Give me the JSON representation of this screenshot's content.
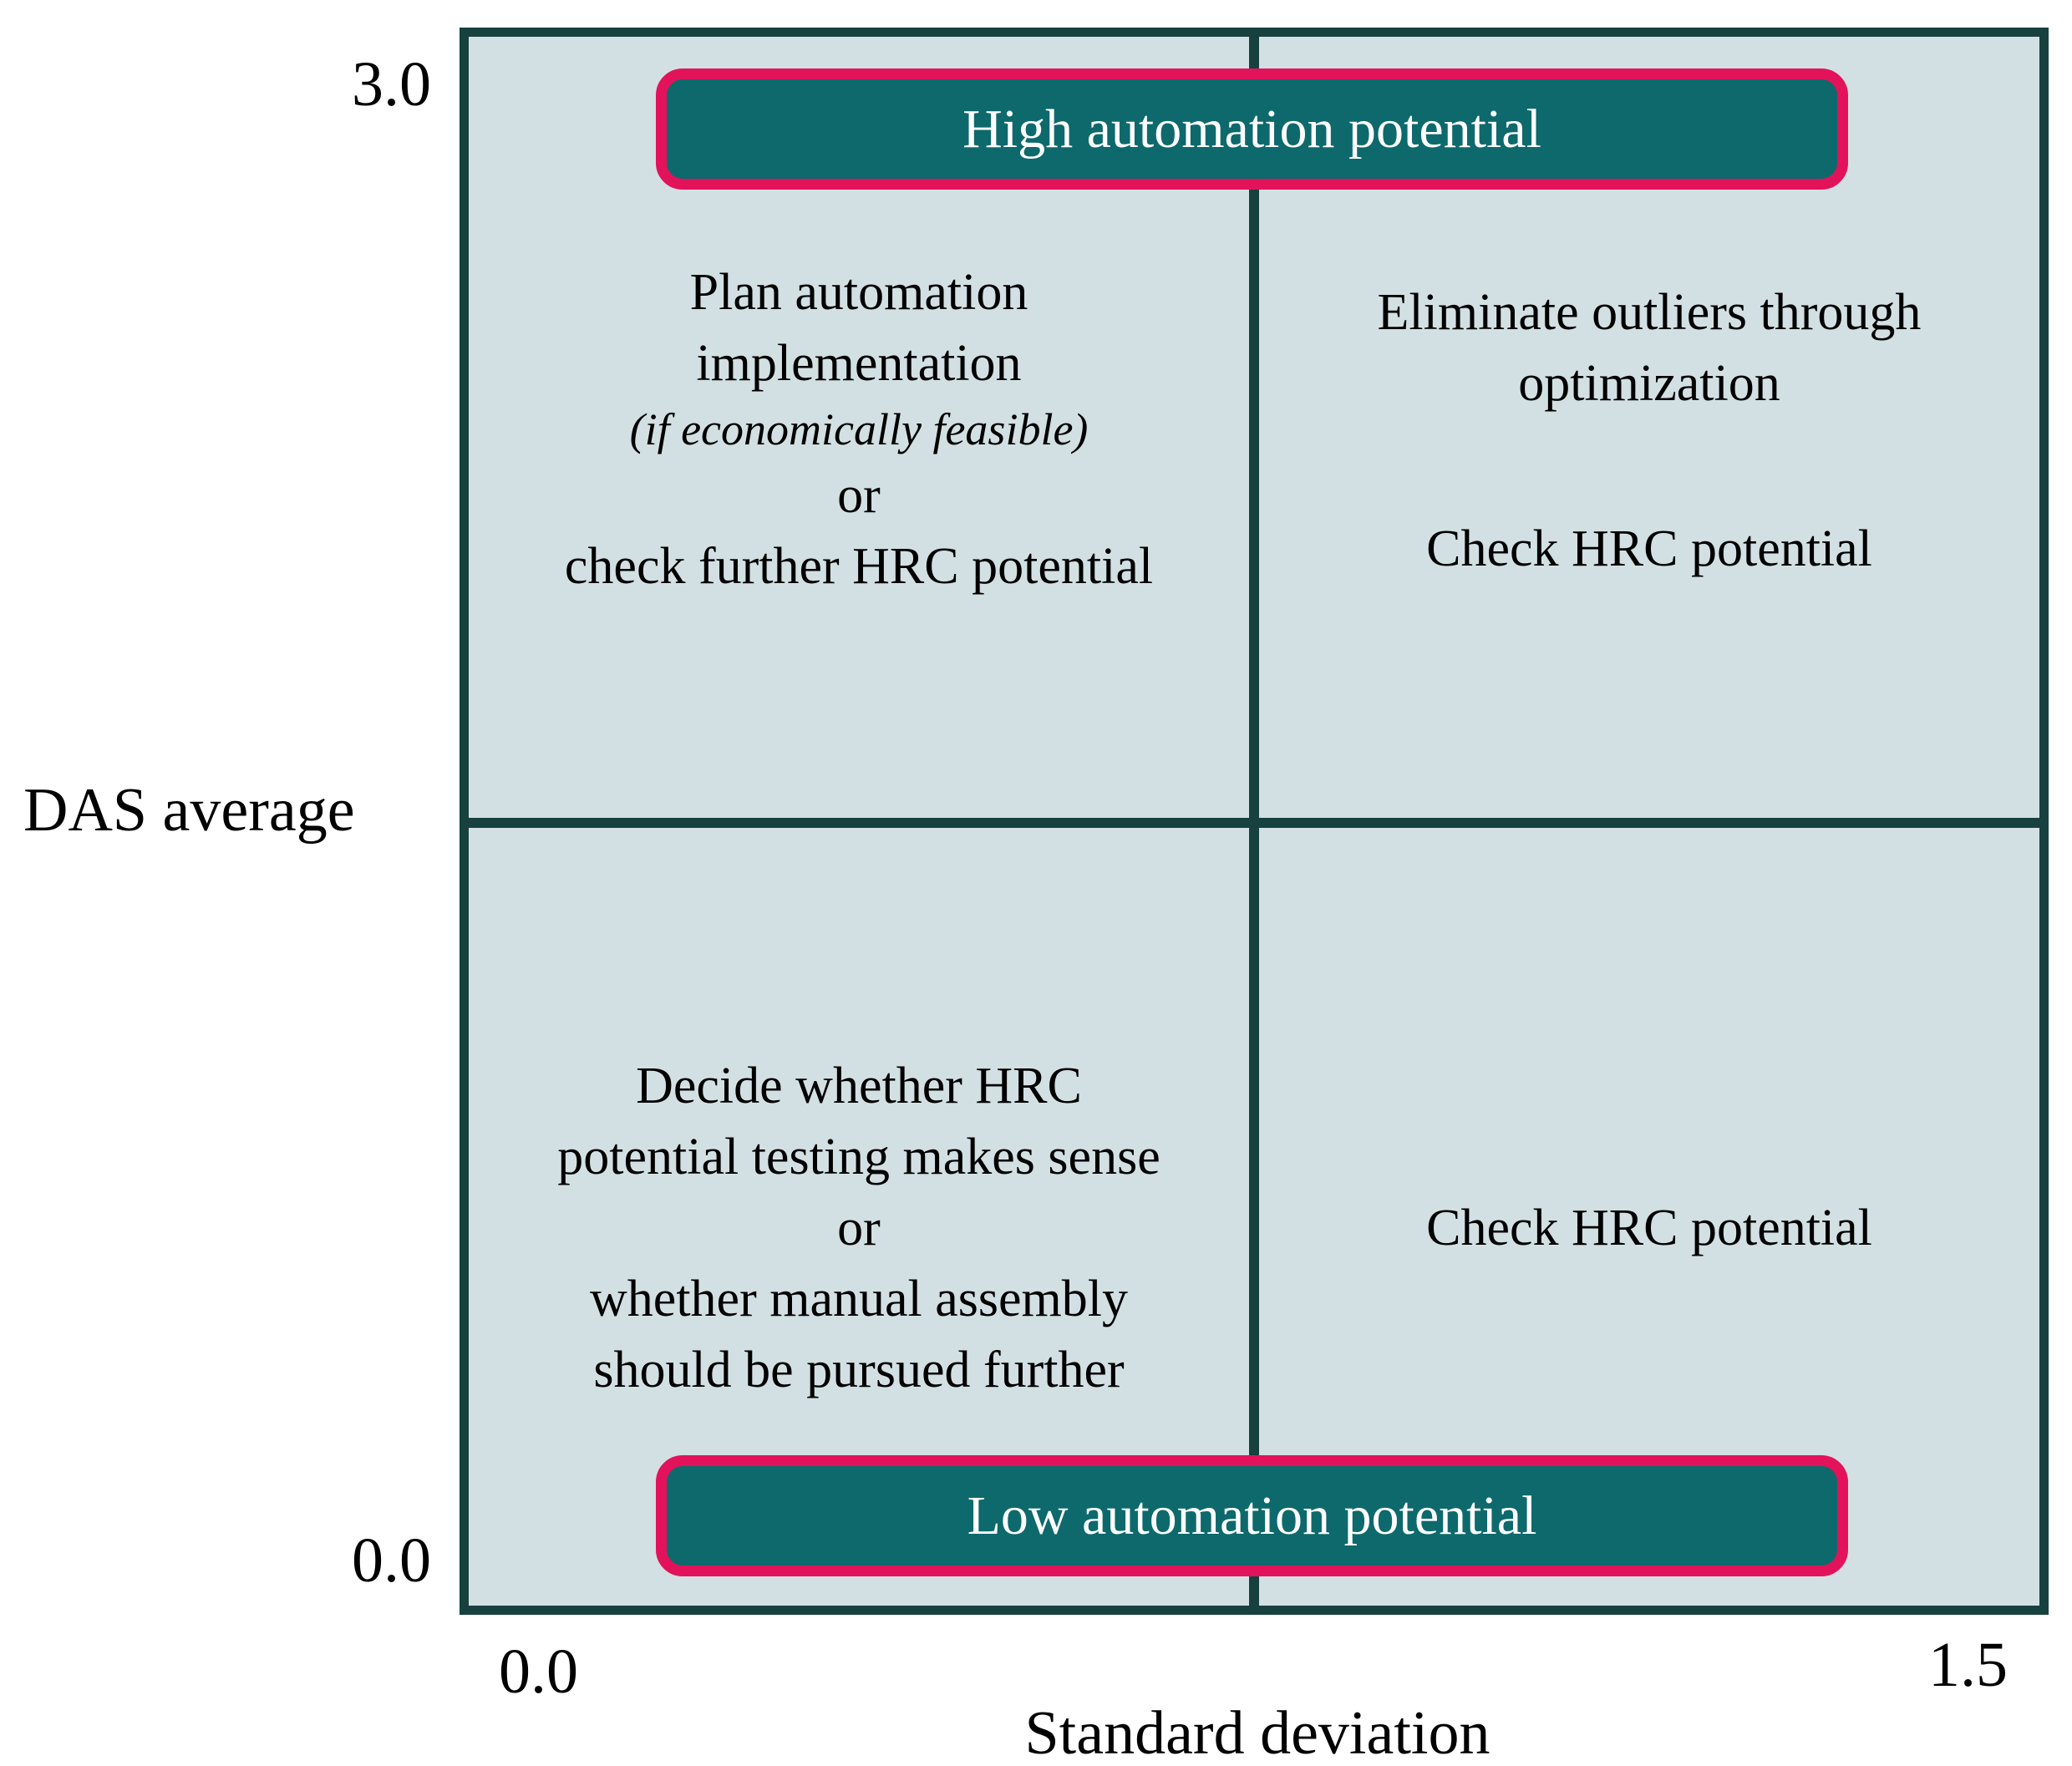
{
  "colors": {
    "plot_background": "#d3e0e3",
    "line_dark_teal": "#16413f",
    "banner_fill_teal": "#0d696c",
    "banner_border_crimson": "#e2135b",
    "text_black": "#000000",
    "text_white": "#ffffff"
  },
  "axes": {
    "y_label": "DAS average",
    "y_max_tick": "3.0",
    "y_min_tick": "0.0",
    "x_label": "Standard deviation",
    "x_min_tick": "0.0",
    "x_max_tick": "1.5"
  },
  "banners": {
    "top": "High automation potential",
    "bottom": "Low automation potential"
  },
  "quadrants": {
    "top_left": {
      "line1": "Plan automation",
      "line2": "implementation",
      "line3": "(if economically feasible)",
      "line4": "or",
      "line5": "check further HRC potential"
    },
    "top_right": {
      "line1": "Eliminate outliers through",
      "line2": "optimization",
      "line3": "Check HRC potential"
    },
    "bottom_left": {
      "line1": "Decide whether HRC",
      "line2": "potential testing makes sense",
      "line3": "or",
      "line4": "whether manual assembly",
      "line5": "should be pursued further"
    },
    "bottom_right": {
      "line1": "Check HRC potential"
    }
  }
}
